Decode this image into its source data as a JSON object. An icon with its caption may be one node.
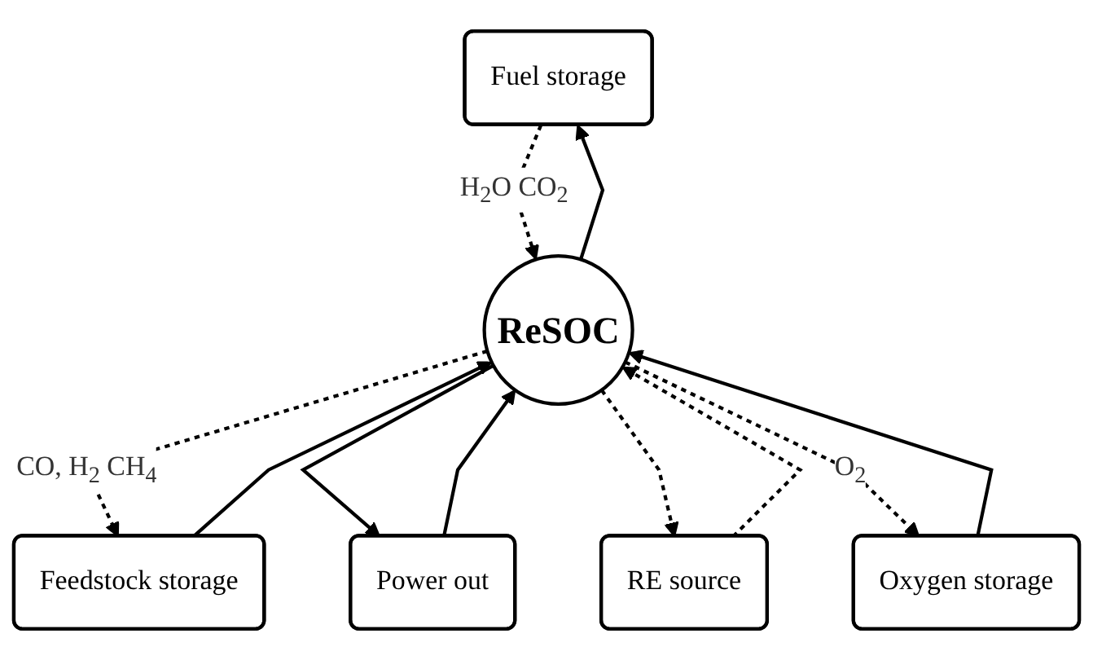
{
  "diagram": {
    "nodes": [
      {
        "text": [
          "Fuel storage"
        ]
      },
      {
        "text": [
          "Feedstock storage"
        ]
      },
      {
        "text": [
          "ReSOC"
        ]
      },
      {
        "text": [
          "Power out"
        ]
      },
      {
        "text": [
          "RE source"
        ]
      },
      {
        "text": [
          "Oxygen storage"
        ]
      }
    ],
    "edges": [
      {
        "from": 0,
        "to": 2,
        "arrow": "to",
        "style": "dashed",
        "label": "H$_{2}$O CO$_{2}$"
      },
      {
        "from": 2,
        "to": 0,
        "arrow": "to"
      },
      {
        "from": 2,
        "to": 1,
        "arrow": "to",
        "style": "dashed",
        "label": "CO, H$_{2}$ CH$_{4}$"
      },
      {
        "from": 1,
        "to": 2,
        "arrow": "to"
      },
      {
        "from": 4,
        "to": 2,
        "arrow": "to",
        "style": "dashed"
      },
      {
        "from": 2,
        "to": 3,
        "arrow": "to"
      },
      {
        "from": 3,
        "to": 2,
        "arrow": "to"
      },
      {
        "from": 2,
        "to": 4,
        "arrow": "to",
        "style": "dashed"
      },
      {
        "from": 5,
        "to": 2,
        "arrow": "to"
      },
      {
        "from": 2,
        "to": 5,
        "arrow": "to",
        "style": "dashed",
        "label": "O$_{2}$"
      }
    ]
  }
}
